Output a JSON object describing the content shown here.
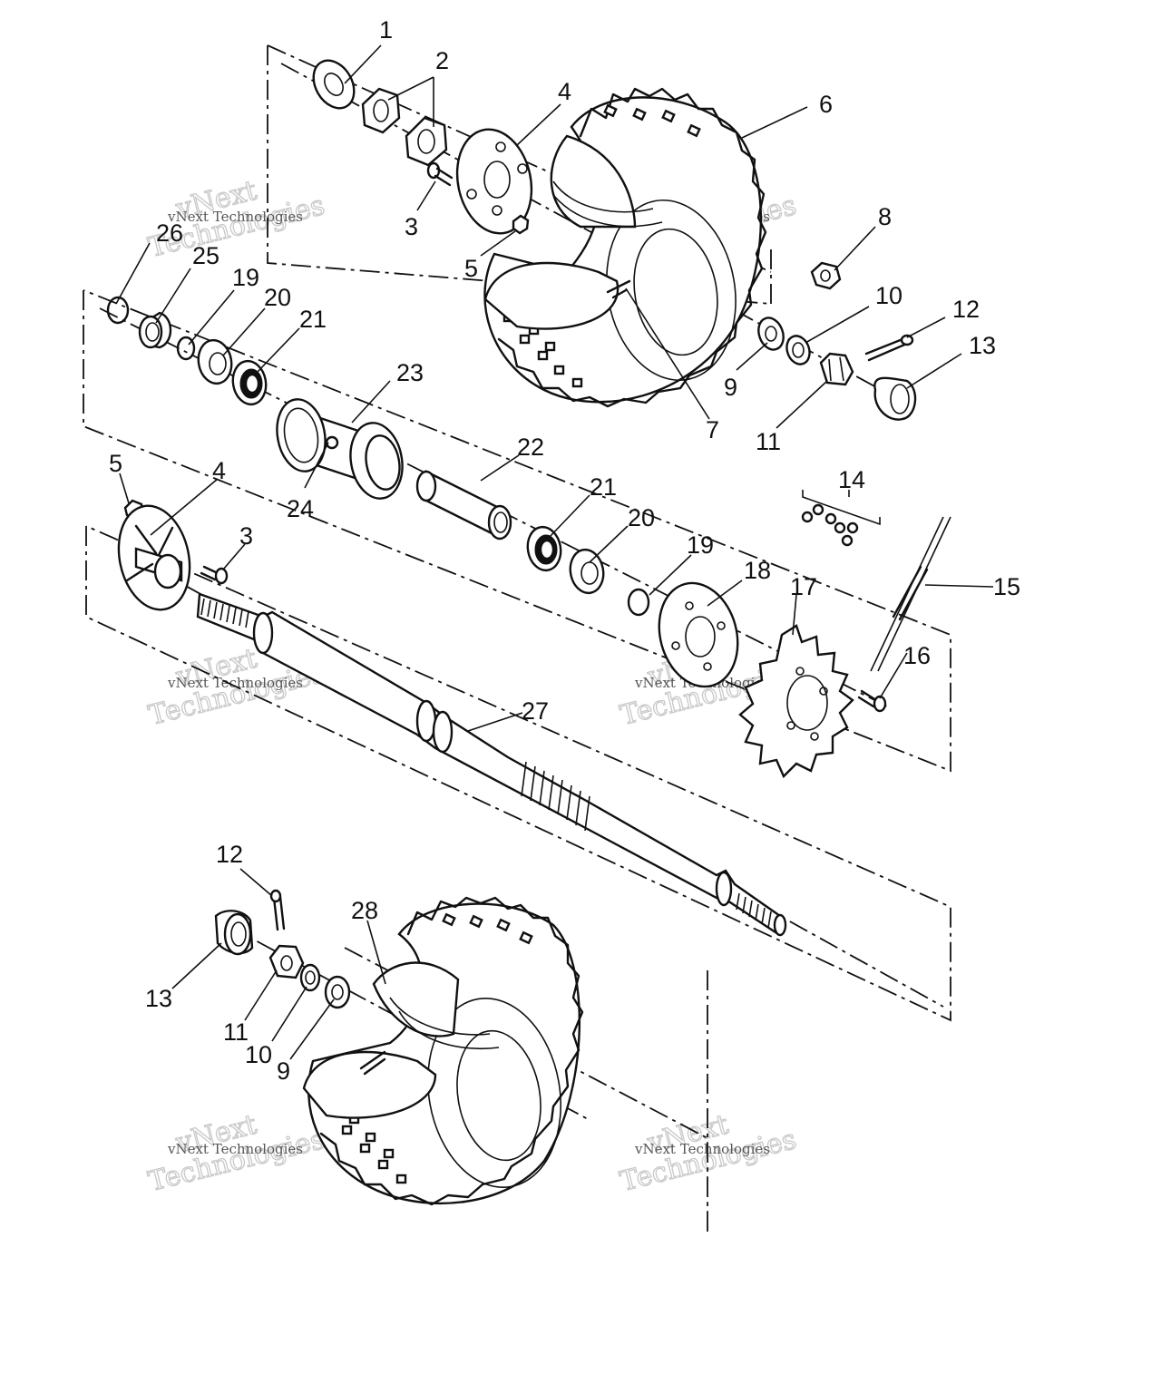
{
  "diagram": {
    "part_labels": [
      "1",
      "2",
      "3",
      "4",
      "5",
      "6",
      "7",
      "8",
      "9",
      "10",
      "11",
      "12",
      "13",
      "14",
      "15",
      "16",
      "17",
      "18",
      "19",
      "20",
      "21",
      "22",
      "23",
      "24",
      "25",
      "26",
      "27",
      "28"
    ],
    "callouts": [
      {
        "text": "1"
      },
      {
        "text": "2"
      },
      {
        "text": "4"
      },
      {
        "text": "6"
      },
      {
        "text": "3"
      },
      {
        "text": "5"
      },
      {
        "text": "8"
      },
      {
        "text": "26"
      },
      {
        "text": "25"
      },
      {
        "text": "19"
      },
      {
        "text": "20"
      },
      {
        "text": "21"
      },
      {
        "text": "23"
      },
      {
        "text": "10"
      },
      {
        "text": "12"
      },
      {
        "text": "13"
      },
      {
        "text": "9"
      },
      {
        "text": "7"
      },
      {
        "text": "11"
      },
      {
        "text": "22"
      },
      {
        "text": "24"
      },
      {
        "text": "5"
      },
      {
        "text": "4"
      },
      {
        "text": "3"
      },
      {
        "text": "21"
      },
      {
        "text": "20"
      },
      {
        "text": "14"
      },
      {
        "text": "19"
      },
      {
        "text": "18"
      },
      {
        "text": "17"
      },
      {
        "text": "15"
      },
      {
        "text": "16"
      },
      {
        "text": "27"
      },
      {
        "text": "12"
      },
      {
        "text": "28"
      },
      {
        "text": "13"
      },
      {
        "text": "11"
      },
      {
        "text": "10"
      },
      {
        "text": "9"
      }
    ],
    "watermark": {
      "small": "vNext Technologies",
      "line1": "vNext",
      "line2": "Technologies"
    }
  }
}
